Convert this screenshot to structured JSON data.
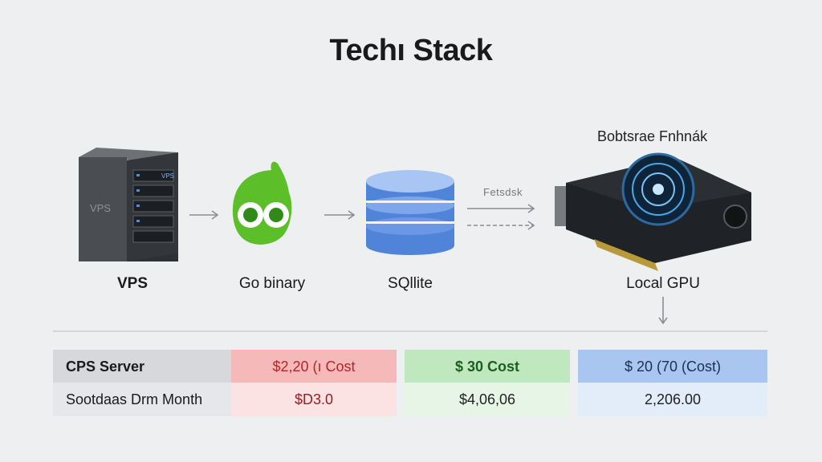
{
  "title": "Techı Stack",
  "gpu_caption": "Bobtsrae Fnhnák",
  "arrow_label": "Fetsdsk",
  "nodes": [
    {
      "label": "VPS",
      "icon_text": "VPS",
      "icon_badge": "VPS"
    },
    {
      "label": "Go binary"
    },
    {
      "label": "SQllite"
    },
    {
      "label": "Local GPU"
    }
  ],
  "table": {
    "rows": [
      [
        "CPS Server",
        "$2,20 (ı Cost",
        "$ 30 Cost",
        "$ 20 (70 (Cost)"
      ],
      [
        "Sootdaas Drm Month",
        "$D3.0",
        "$4,06,06",
        "2,206.00"
      ]
    ]
  },
  "colors": {
    "red": "#f6b9ba",
    "green": "#bfe8bf",
    "blue": "#a9c6f0",
    "gopher": "#5cbf2a",
    "database": "#5b8fe0"
  }
}
